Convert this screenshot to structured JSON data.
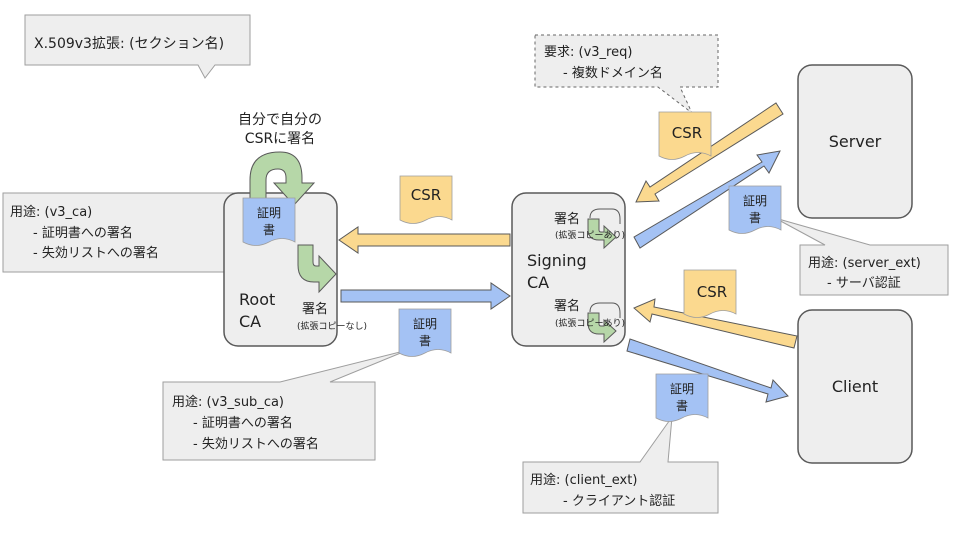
{
  "title_callout": "X.509v3拡張: (セクション名)",
  "nodes": {
    "root_ca": [
      "Root",
      "CA"
    ],
    "signing_ca": [
      "Signing",
      "CA"
    ],
    "server": "Server",
    "client": "Client"
  },
  "doc_labels": {
    "csr": "CSR",
    "cert": [
      "証明",
      "書"
    ]
  },
  "self_sign": [
    "自分で自分の",
    "CSRに署名"
  ],
  "sign_labels": {
    "root": "署名",
    "root_sub": "(拡張コピーなし)",
    "signing_top": "署名",
    "signing_bottom": "署名",
    "signing_sub": "(拡張コピーあり)"
  },
  "callouts": {
    "v3_req": [
      "要求: (v3_req)",
      "-      複数ドメイン名"
    ],
    "v3_ca": [
      "用途: (v3_ca)",
      "-      証明書への署名",
      "-      失効リストへの署名"
    ],
    "v3_sub_ca": [
      "用途: (v3_sub_ca)",
      "-      証明書への署名",
      "-      失効リストへの署名"
    ],
    "server_ext": [
      "用途: (server_ext)",
      "-      サーバ認証"
    ],
    "client_ext": [
      "用途: (client_ext)",
      "-      クライアント認証"
    ]
  },
  "colors": {
    "csr_fill": "#fbd98f",
    "cert_fill": "#a4c2f4",
    "arrow_yellow": "#fbd98f",
    "arrow_blue": "#a4c2f4",
    "curve_green": "#b6d7a8",
    "box_fill": "#eeeeee",
    "stroke": "#595959"
  }
}
